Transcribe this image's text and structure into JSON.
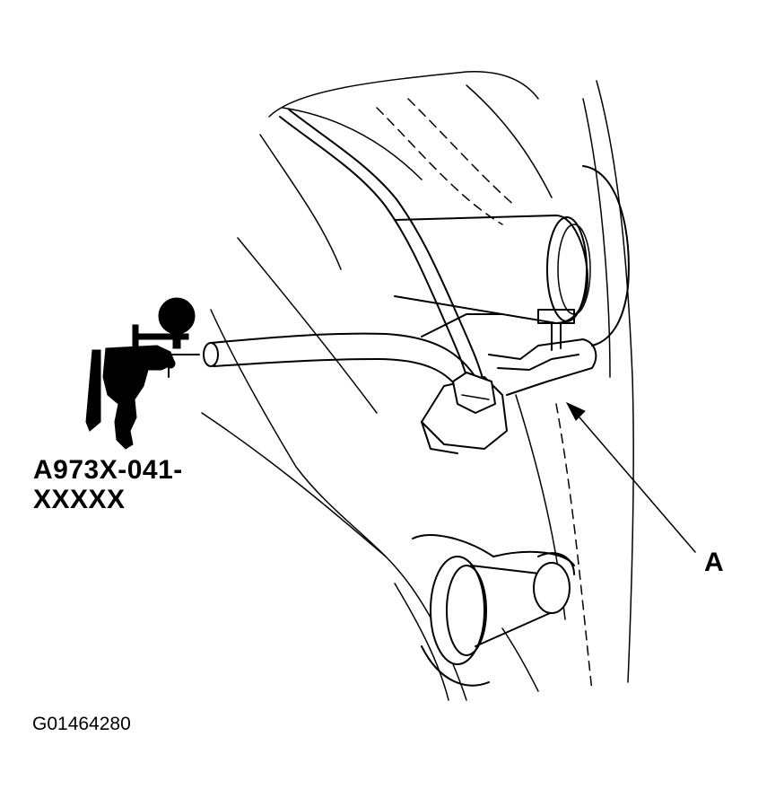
{
  "diagram": {
    "tool_part_number_line1": "A973X-041-",
    "tool_part_number_line2": "XXXXX",
    "callout_a": "A",
    "figure_id": "G01464280",
    "icons": {
      "tool": "vacuum-pump-gauge-icon",
      "hose": "vacuum-hose-icon",
      "arrow": "callout-arrow-icon"
    },
    "colors": {
      "ink": "#000000",
      "paper": "#ffffff"
    }
  }
}
